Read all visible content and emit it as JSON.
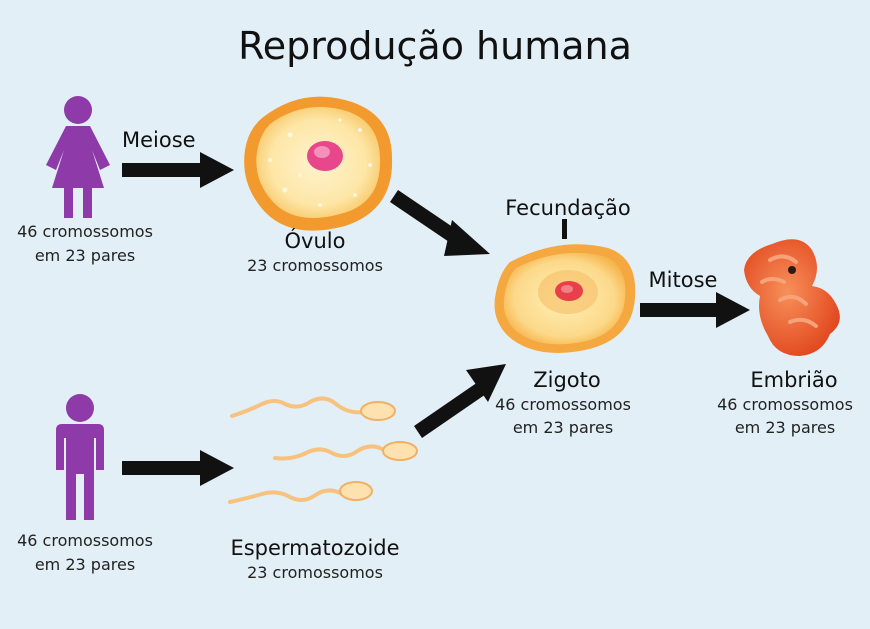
{
  "title": "Reprodução humana",
  "female": {
    "chromosomes": "46 cromossomos",
    "pairs": "em 23 pares",
    "arrow_label": "Meiose"
  },
  "male": {
    "chromosomes": "46 cromossomos",
    "pairs": "em 23 pares"
  },
  "ovulo": {
    "name": "Óvulo",
    "chromosomes": "23 cromossomos"
  },
  "sperm": {
    "name": "Espermatozoide",
    "chromosomes": "23 cromossomos"
  },
  "zygote": {
    "process_label": "Fecundação",
    "name": "Zigoto",
    "chromosomes": "46 cromossomos",
    "pairs": "em 23 pares",
    "arrow_label": "Mitose"
  },
  "embryo": {
    "name": "Embrião",
    "chromosomes": "46 cromossomos",
    "pairs": "em 23 pares"
  },
  "colors": {
    "background": "#e3eff6",
    "person": "#8e3aa8",
    "arrow": "#111111",
    "cell_outer": "#f29a2e",
    "cell_inner": "#fde9b0",
    "nucleus": "#e8478c",
    "embryo": "#ea5a2a"
  },
  "icons": [
    "female-person-icon",
    "male-person-icon",
    "ovum-icon",
    "sperm-icon",
    "zygote-icon",
    "embryo-icon"
  ]
}
